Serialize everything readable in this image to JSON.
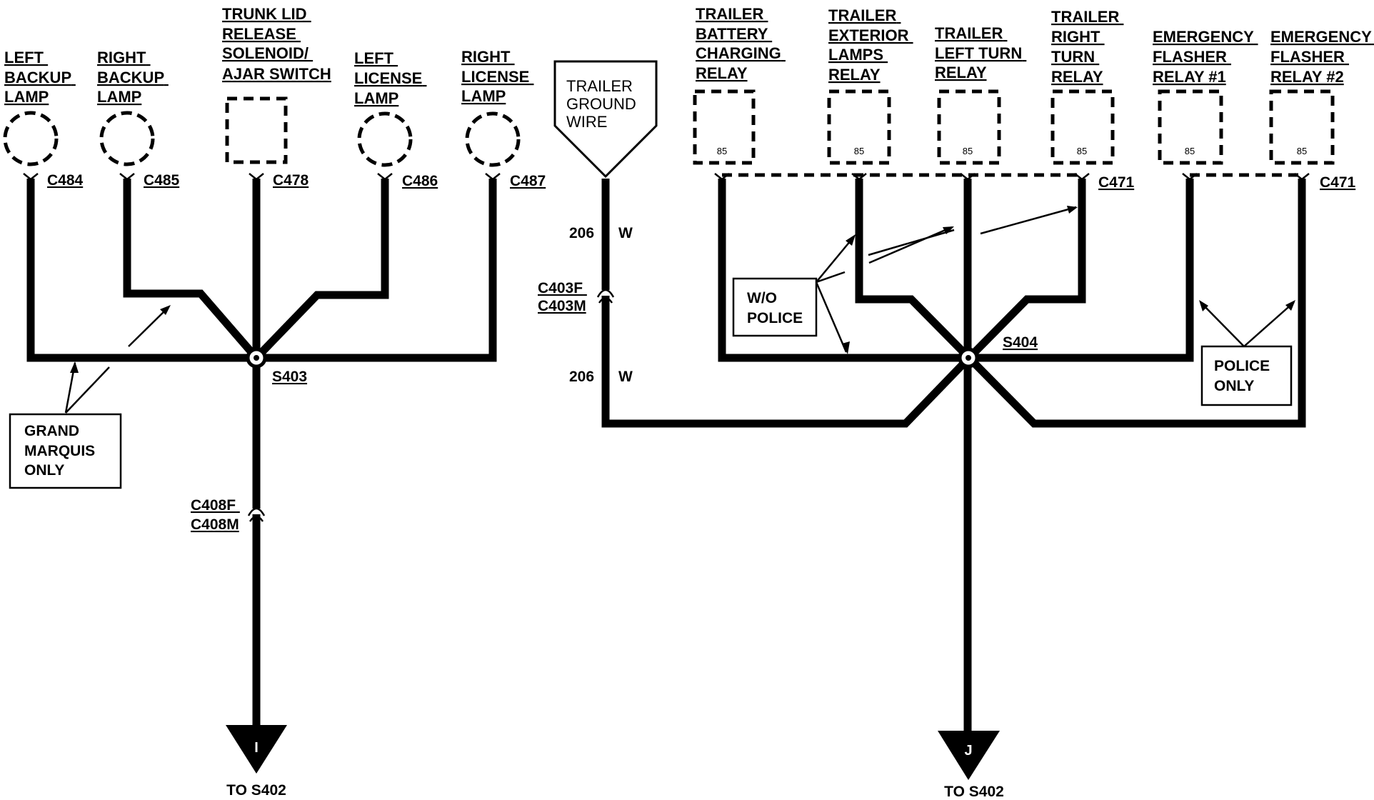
{
  "left_components": [
    {
      "id": "left-backup-lamp",
      "lines": [
        "LEFT",
        "BACKUP",
        "LAMP"
      ],
      "connector": "C484"
    },
    {
      "id": "right-backup-lamp",
      "lines": [
        "RIGHT",
        "BACKUP",
        "LAMP"
      ],
      "connector": "C485"
    },
    {
      "id": "trunk-lid-release",
      "lines": [
        "TRUNK LID",
        "RELEASE",
        "SOLENOID/",
        "AJAR SWITCH"
      ],
      "connector": "C478"
    },
    {
      "id": "left-license-lamp",
      "lines": [
        "LEFT",
        "LICENSE",
        "LAMP"
      ],
      "connector": "C486"
    },
    {
      "id": "right-license-lamp",
      "lines": [
        "RIGHT",
        "LICENSE",
        "LAMP"
      ],
      "connector": "C487"
    }
  ],
  "splice_left": "S403",
  "connector_left_lower": [
    "C408F",
    "C408M"
  ],
  "arrow_left": {
    "letter": "I",
    "dest": "TO S402"
  },
  "note_grand_marquis": [
    "GRAND",
    "MARQUIS",
    "ONLY"
  ],
  "trailer_ground": {
    "lines": [
      "TRAILER",
      "GROUND",
      "WIRE"
    ],
    "circuit": "206",
    "color": "W",
    "connector": [
      "C403F",
      "C403M"
    ]
  },
  "relays": [
    {
      "id": "trailer-battery-charging-relay",
      "lines": [
        "TRAILER",
        "BATTERY",
        "CHARGING",
        "RELAY"
      ],
      "pin": "85"
    },
    {
      "id": "trailer-exterior-lamps-relay",
      "lines": [
        "TRAILER",
        "EXTERIOR",
        "LAMPS",
        "RELAY"
      ],
      "pin": "85"
    },
    {
      "id": "trailer-left-turn-relay",
      "lines": [
        "TRAILER",
        "LEFT TURN",
        "RELAY"
      ],
      "pin": "85"
    },
    {
      "id": "trailer-right-turn-relay",
      "lines": [
        "TRAILER",
        "RIGHT",
        "TURN",
        "RELAY"
      ],
      "pin": "85"
    },
    {
      "id": "emergency-flasher-relay-1",
      "lines": [
        "EMERGENCY",
        "FLASHER",
        "RELAY #1"
      ],
      "pin": "85"
    },
    {
      "id": "emergency-flasher-relay-2",
      "lines": [
        "EMERGENCY",
        "FLASHER",
        "RELAY #2"
      ],
      "pin": "85"
    }
  ],
  "relay_connector": "C471",
  "splice_right": "S404",
  "note_wo_police": [
    "W/O",
    "POLICE"
  ],
  "note_police_only": [
    "POLICE",
    "ONLY"
  ],
  "arrow_right": {
    "letter": "J",
    "dest": "TO S402"
  }
}
